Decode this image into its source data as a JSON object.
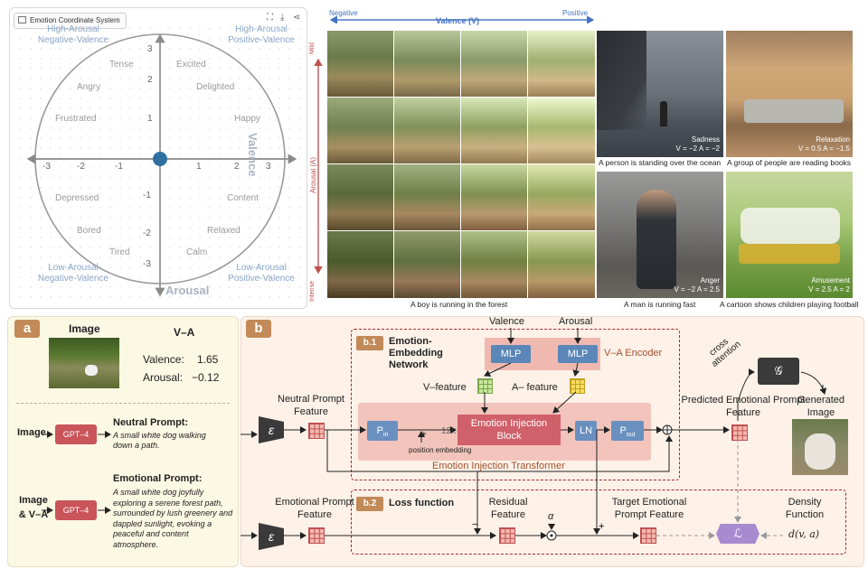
{
  "widget": {
    "title": "Emotion Coordinate System",
    "axis_x": "Valence",
    "axis_y": "Arousal",
    "ticks": [
      "-3",
      "-2",
      "-1",
      "1",
      "2",
      "3"
    ],
    "quadrants": [
      "High-Arousal Negative-Valence",
      "High-Arousal Positive-Valence",
      "Low-Arousal Negative-Valence",
      "Low-Arousal Positive-Valence"
    ],
    "emotions": [
      "Tense",
      "Excited",
      "Angry",
      "Delighted",
      "Frustrated",
      "Happy",
      "Depressed",
      "Content",
      "Bored",
      "Relaxed",
      "Tired",
      "Calm"
    ]
  },
  "grid": {
    "valence_label": "Valence (V)",
    "negative": "Negative",
    "positive": "Positive",
    "arousal_label": "Arousal (A)",
    "mild": "Mild",
    "intense": "Intense",
    "boy_caption": "A boy is running in the forest",
    "examples": [
      {
        "name": "Sadness",
        "va": "V = −2   A = −2",
        "caption": "A person is standing over the ocean"
      },
      {
        "name": "Relaxation",
        "va": "V = 0.5  A = −1.5",
        "caption": "A group of people are reading books"
      },
      {
        "name": "Anger",
        "va": "V = −2   A = 2.5",
        "caption": "A man is running fast"
      },
      {
        "name": "Amusement",
        "va": "V = 2.5  A = 2",
        "caption": "A cartoon shows children playing football"
      }
    ]
  },
  "panel_a": {
    "badge": "a",
    "image_title": "Image",
    "va_title": "V–A",
    "valence_label": "Valence:",
    "valence_value": "1.65",
    "arousal_label": "Arousal:",
    "arousal_value": "−0.12",
    "row1_input": "Image",
    "row2_input": "Image & V–A",
    "gpt": "GPT–4",
    "neutral_title": "Neutral Prompt:",
    "neutral_text": "A small white dog walking down a path.",
    "emotional_title": "Emotional Prompt:",
    "emotional_text": "A small white dog joyfully exploring a serene forest path, surrounded by lush greenery and dappled sunlight, evoking a peaceful and content atmosphere."
  },
  "panel_b": {
    "badge": "b",
    "b1": "b.1",
    "b1_title": "Emotion- Embedding Network",
    "valence": "Valence",
    "arousal": "Arousal",
    "mlp": "MLP",
    "encoder": "V–A Encoder",
    "v_feature": "V–feature",
    "a_feature": "A– feature",
    "neutral_feature": "Neutral Prompt Feature",
    "epsilon": "ε",
    "p_in": "P",
    "p_in_sub": "in",
    "times": "12x",
    "pos_emb": "position embedding",
    "eib": "Emotion Injection Block",
    "ln": "LN",
    "p_out": "P",
    "p_out_sub": "out",
    "eit": "Emotion Injection Transformer",
    "cross_attention": "cross attention",
    "g": "𝒢",
    "predicted": "Predicted Emotional Prompt Feature",
    "generated": "Generated Image",
    "b2": "b.2",
    "b2_title": "Loss function",
    "emotional_feature": "Emotional Prompt Feature",
    "residual": "Residual Feature",
    "alpha": "α",
    "target": "Target Emotional Prompt Feature",
    "density": "Density Function",
    "loss": "ℒ",
    "dfunc": "d(v, a)"
  },
  "colors": {
    "accent_blue": "#4472c4",
    "dark_red": "#a52a2a",
    "salmon": "#f0b9b0",
    "panel_a": "#fbf8e4",
    "panel_b": "#fdf1e8",
    "badge": "#c28a58"
  }
}
